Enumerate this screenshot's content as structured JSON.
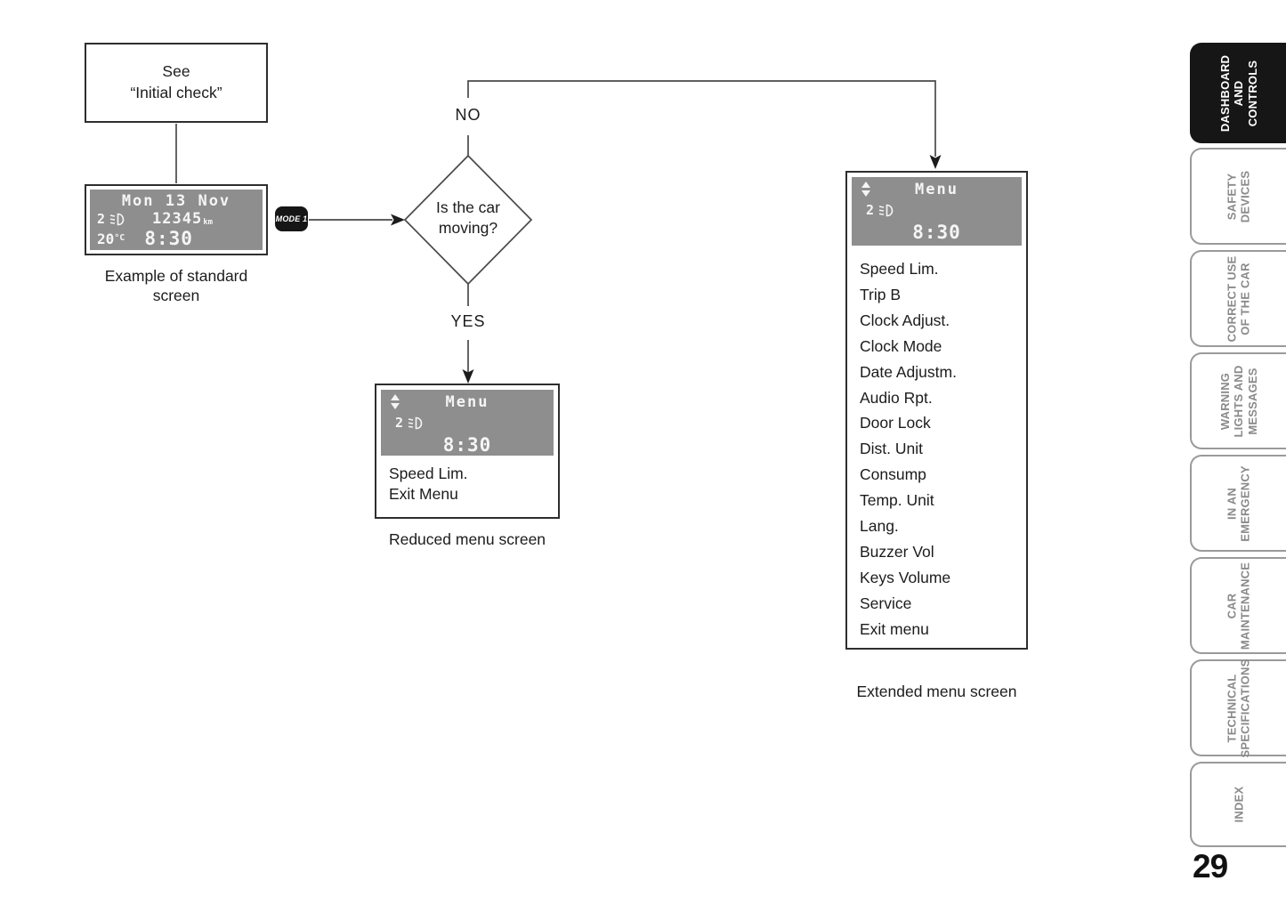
{
  "colors": {
    "lcd_bg": "#8e8e8e",
    "lcd_text": "#f5f5f5",
    "connector_line": "#4a4a4a",
    "active_tab_bg": "#161616",
    "tab_border": "#9a9a9a",
    "tab_text": "#8a8a8a"
  },
  "flowchart": {
    "see_box": {
      "text": "See\n“Initial check”"
    },
    "standard_screen": {
      "lcd": {
        "date": "Mon 13 Nov",
        "gear": "2",
        "odometer": "12345",
        "odometer_unit": "km",
        "temperature": "20",
        "temperature_unit": "°C",
        "time": "8:30"
      },
      "caption": "Example of standard\nscreen"
    },
    "mode_button": {
      "label": "MODE 1"
    },
    "decision": {
      "question": "Is the car\nmoving?",
      "no_label": "NO",
      "yes_label": "YES"
    },
    "reduced_menu": {
      "lcd": {
        "title": "Menu",
        "gear": "2",
        "time": "8:30"
      },
      "items": [
        "Speed Lim.",
        "Exit Menu"
      ],
      "caption": "Reduced menu screen"
    },
    "extended_menu": {
      "lcd": {
        "title": "Menu",
        "gear": "2",
        "time": "8:30"
      },
      "items": [
        "Speed Lim.",
        "Trip B",
        "Clock Adjust.",
        "Clock Mode",
        "Date Adjustm.",
        "Audio Rpt.",
        "Door Lock",
        "Dist. Unit",
        "Consump",
        "Temp. Unit",
        "Lang.",
        "Buzzer Vol",
        "Keys Volume",
        "Service",
        "Exit menu"
      ],
      "caption": "Extended menu screen"
    }
  },
  "sidebar": {
    "tabs": [
      {
        "lines": [
          "DASHBOARD",
          "AND",
          "CONTROLS"
        ],
        "active": true
      },
      {
        "lines": [
          "SAFETY",
          "DEVICES"
        ],
        "active": false
      },
      {
        "lines": [
          "CORRECT USE",
          "OF THE CAR"
        ],
        "active": false
      },
      {
        "lines": [
          "WARNING",
          "LIGHTS AND",
          "MESSAGES"
        ],
        "active": false
      },
      {
        "lines": [
          "IN AN",
          "EMERGENCY"
        ],
        "active": false
      },
      {
        "lines": [
          "CAR",
          "MAINTENANCE"
        ],
        "active": false
      },
      {
        "lines": [
          "TECHNICAL",
          "SPECIFICATIONS"
        ],
        "active": false
      },
      {
        "lines": [
          "INDEX"
        ],
        "active": false
      }
    ]
  },
  "page_number": "29"
}
